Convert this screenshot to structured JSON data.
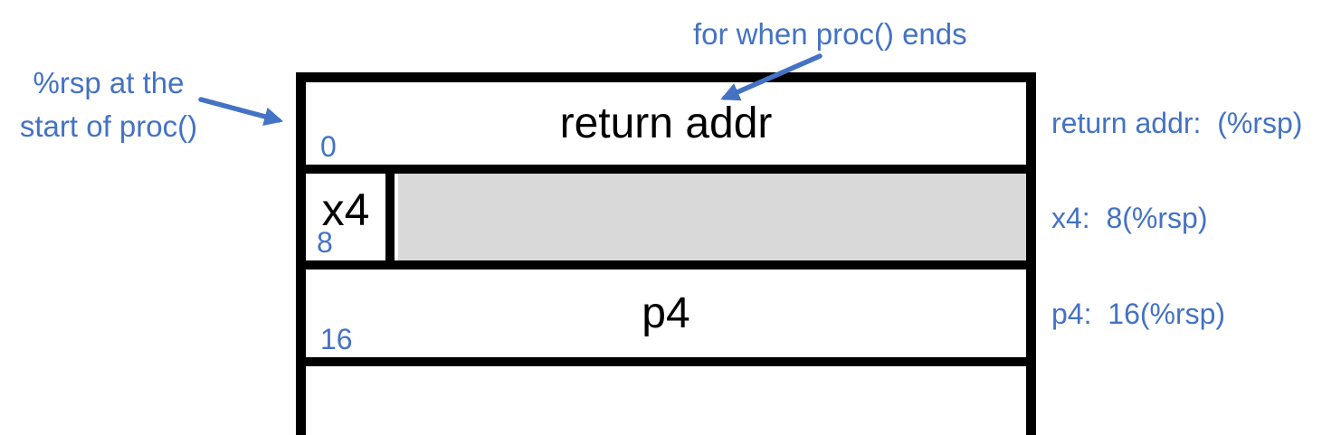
{
  "colors": {
    "accent_blue": "#4472C4",
    "shaded_gray": "#D9D9D9",
    "border_black": "#000000",
    "background": "#FFFFFF"
  },
  "callouts": {
    "top_note": "for when proc() ends",
    "left_note": [
      "%rsp at the",
      "start of proc()"
    ]
  },
  "stack_diagram": {
    "rows": [
      {
        "label": "return addr",
        "offset": "0",
        "shaded": false
      },
      {
        "label": "x4",
        "offset": "8",
        "shaded": true
      },
      {
        "label": "p4",
        "offset": "16",
        "shaded": false
      },
      {
        "label": "",
        "offset": "",
        "shaded": false
      }
    ]
  },
  "side_notes": [
    {
      "text": "return addr:  (%rsp)"
    },
    {
      "text": "x4:  8(%rsp)"
    },
    {
      "text": "p4:  16(%rsp)"
    }
  ]
}
